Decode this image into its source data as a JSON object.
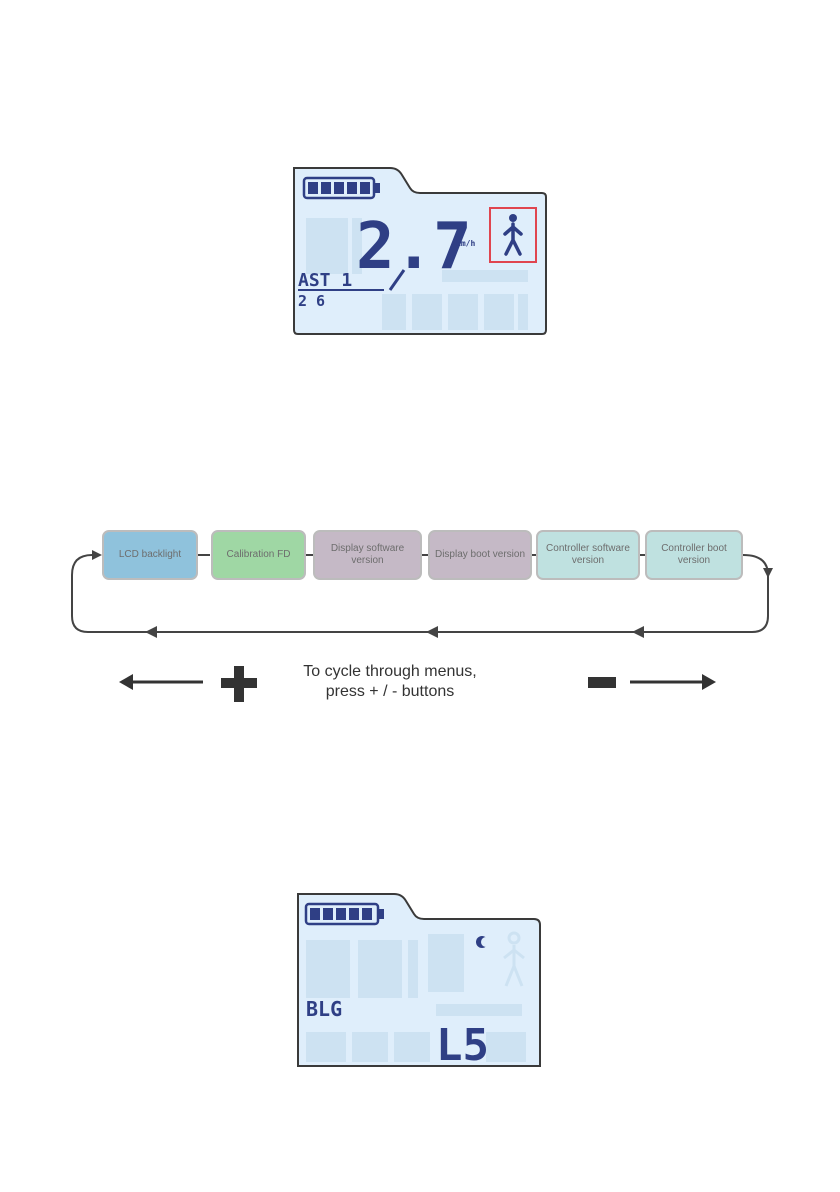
{
  "displays": {
    "walk_mode": {
      "speed": "2.7",
      "speed_unit": "km/h",
      "assist_label": "AST 1",
      "assist_sub": "2 6",
      "icon": "walk-person-icon",
      "highlight_color": "#e0454f"
    },
    "backlight": {
      "label": "BLG",
      "value": "L5",
      "icon": "moon-icon"
    }
  },
  "menu": {
    "items": [
      {
        "label": "LCD backlight",
        "color": "#8fc2dc"
      },
      {
        "label": "Calibration FD",
        "color": "#9fd7a4"
      },
      {
        "label": "Display software version",
        "color": "#c5b9c6"
      },
      {
        "label": "Display boot version",
        "color": "#c5b9c6"
      },
      {
        "label": "Controller software version",
        "color": "#bfe1e0"
      },
      {
        "label": "Controller boot version",
        "color": "#bfe1e0"
      }
    ],
    "instruction_line1": "To cycle through menus,",
    "instruction_line2": "press + / - buttons"
  },
  "colors": {
    "lcd_background": "#dfeefb",
    "lcd_text": "#2f3f85",
    "lcd_ghost": "#cde2f2",
    "flow_line": "#444444",
    "button_icon": "#333333"
  }
}
